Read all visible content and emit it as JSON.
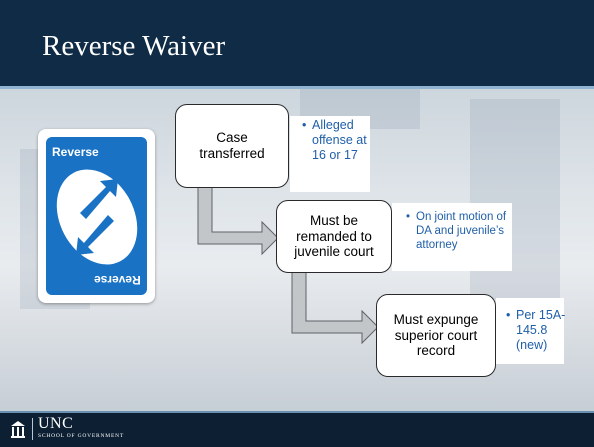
{
  "slide": {
    "title": "Reverse Waiver"
  },
  "colors": {
    "header": "#0f2b45",
    "footer": "#0c1f33",
    "card_blue": "#1a72c4",
    "bullet_text": "#1f5fa8",
    "arrow_fill": "#c3c6c9"
  },
  "card": {
    "word_top": "Reverse",
    "word_bottom": "Reverse",
    "icon": "reverse-arrows-icon"
  },
  "flow": [
    {
      "box": "Case transferred",
      "note": "Alleged offense at 16 or 17"
    },
    {
      "box": "Must be remanded to juvenile court",
      "note": "On joint motion of DA and juvenile’s attorney"
    },
    {
      "box": "Must expunge superior court record",
      "note": "Per 15A-145.8 (new)"
    }
  ],
  "footer": {
    "logo_icon": "unc-building-icon",
    "org_short": "UNC",
    "org_long": "School of Government"
  }
}
